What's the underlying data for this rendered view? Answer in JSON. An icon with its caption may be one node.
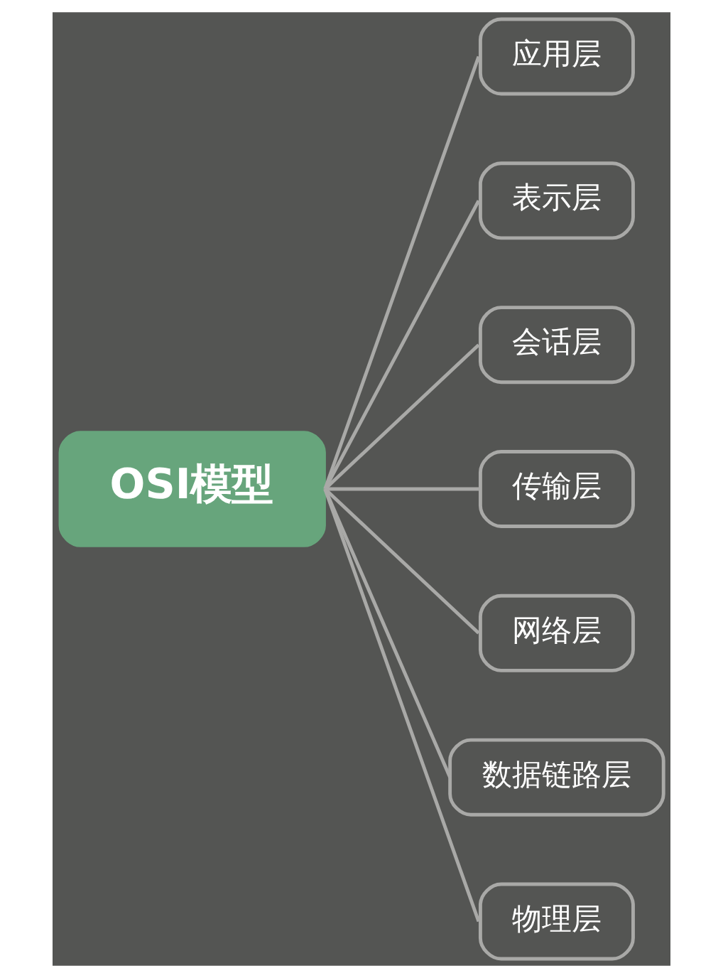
{
  "diagram": {
    "nodes": [
      {
        "text": [
          "OSI模型"
        ]
      },
      {
        "text": [
          "应用层"
        ]
      },
      {
        "text": [
          "表示层"
        ]
      },
      {
        "text": [
          "会话层"
        ]
      },
      {
        "text": [
          "传输层"
        ]
      },
      {
        "text": [
          "网络层"
        ]
      },
      {
        "text": [
          "数据链路层"
        ]
      },
      {
        "text": [
          "物理层"
        ]
      }
    ],
    "edges": [
      {
        "from": 0,
        "to": 1,
        "arrow": "none"
      },
      {
        "from": 0,
        "to": 2,
        "arrow": "none"
      },
      {
        "from": 0,
        "to": 3,
        "arrow": "none"
      },
      {
        "from": 0,
        "to": 4,
        "arrow": "none"
      },
      {
        "from": 0,
        "to": 5,
        "arrow": "none"
      },
      {
        "from": 0,
        "to": 6,
        "arrow": "none"
      },
      {
        "from": 0,
        "to": 7,
        "arrow": "none"
      }
    ]
  }
}
